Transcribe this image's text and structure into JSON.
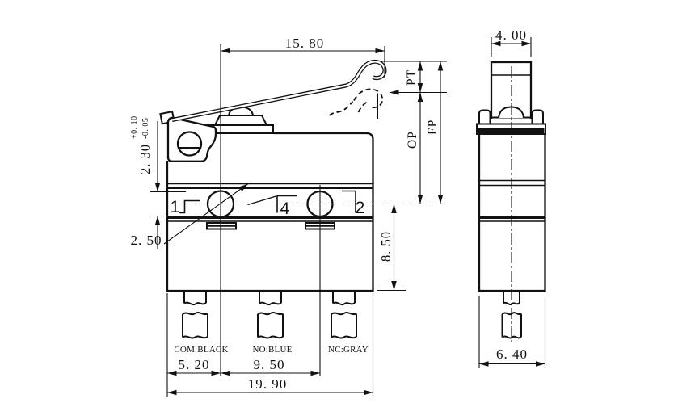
{
  "colors": {
    "ink": "#111111",
    "background": "#ffffff"
  },
  "front_view": {
    "dimensions": {
      "lever_length": "15. 80",
      "actuator_height": "2. 30",
      "actuator_height_tol_plus": "+0. 10",
      "actuator_height_tol_minus": "-0. 05",
      "hole_diameter": "2. 50",
      "lower_body_height": "8. 50",
      "left_hole_offset": "5. 20",
      "hole_spacing": "9. 50",
      "overall_width": "19. 90"
    },
    "references": {
      "pretravel": "PT",
      "operating_position": "OP",
      "free_position": "FP"
    },
    "pin_numbers": {
      "pin_left": "1",
      "pin_middle": "4",
      "pin_right": "2"
    },
    "terminal_labels": {
      "com": "COM:BLACK",
      "no": "NO:BLUE",
      "nc": "NC:GRAY"
    }
  },
  "side_view": {
    "dimensions": {
      "lever_width": "4. 00",
      "body_depth": "6. 40"
    }
  }
}
